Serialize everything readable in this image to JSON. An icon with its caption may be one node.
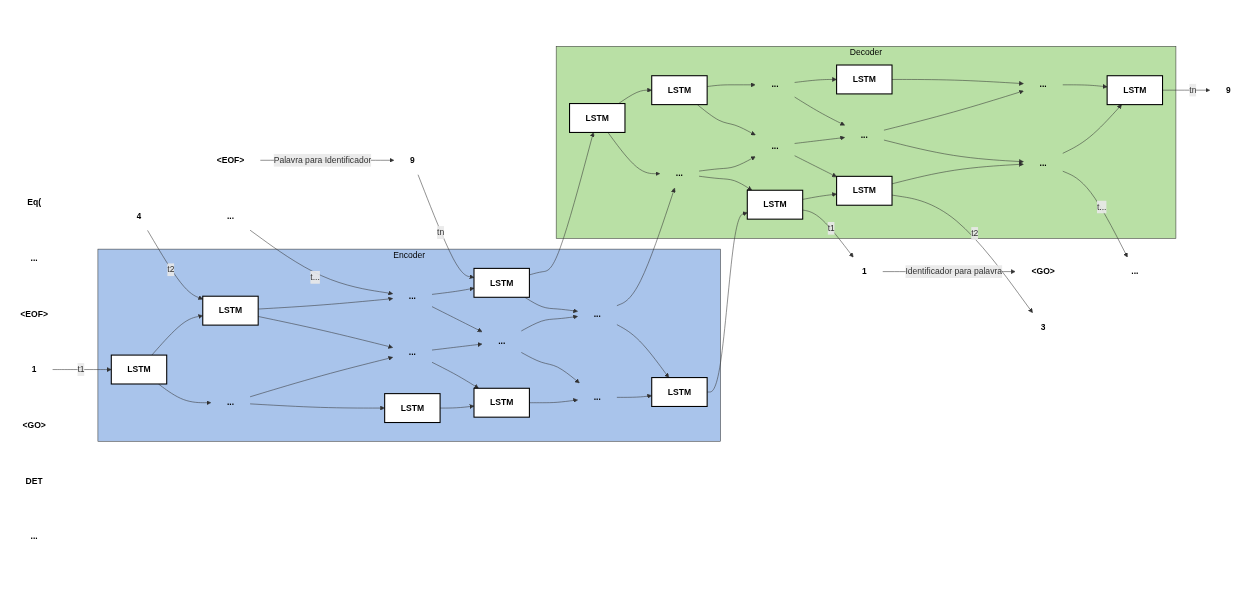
{
  "diagram": {
    "nodes": [
      {
        "text": [
          "Encoder"
        ]
      },
      {
        "text": [
          "LSTM"
        ],
        "in": 0
      },
      {
        "text": [
          "LSTM"
        ],
        "in": 0
      },
      {
        "text": [
          "..."
        ],
        "in": 0
      },
      {
        "text": [
          "LSTM"
        ],
        "in": 0
      },
      {
        "text": [
          "..."
        ],
        "in": 0
      },
      {
        "text": [
          "..."
        ],
        "in": 0
      },
      {
        "text": [
          "..."
        ],
        "in": 0
      },
      {
        "text": [
          "..."
        ],
        "in": 0
      },
      {
        "text": [
          "LSTM"
        ],
        "in": 0
      },
      {
        "text": [
          "LSTM"
        ],
        "in": 0
      },
      {
        "text": [
          "..."
        ],
        "in": 0
      },
      {
        "text": [
          "LSTM"
        ],
        "in": 0
      },
      {
        "text": [
          "Decoder"
        ]
      },
      {
        "text": [
          "LSTM"
        ],
        "in": 13
      },
      {
        "text": [
          "LSTM"
        ],
        "in": 13
      },
      {
        "text": [
          "..."
        ],
        "in": 13
      },
      {
        "text": [
          "LSTM"
        ],
        "in": 13
      },
      {
        "text": [
          "..."
        ],
        "in": 13
      },
      {
        "text": [
          "..."
        ],
        "in": 13
      },
      {
        "text": [
          "..."
        ],
        "in": 13
      },
      {
        "text": [
          "..."
        ],
        "in": 13
      },
      {
        "text": [
          "LSTM"
        ],
        "in": 13
      },
      {
        "text": [
          "LSTM"
        ],
        "in": 13
      },
      {
        "text": [
          "..."
        ],
        "in": 13
      },
      {
        "text": [
          "LSTM"
        ],
        "in": 13
      },
      {
        "text": [
          "<GO>"
        ]
      },
      {
        "text": [
          "Eq("
        ]
      },
      {
        "text": [
          "..."
        ]
      },
      {
        "text": [
          "<EOF>"
        ]
      },
      {
        "text": [
          "1"
        ]
      },
      {
        "text": [
          "3"
        ]
      },
      {
        "text": [
          "..."
        ]
      },
      {
        "text": [
          "9"
        ]
      },
      {
        "text": [
          "1"
        ]
      },
      {
        "text": [
          "4"
        ]
      },
      {
        "text": [
          "..."
        ]
      },
      {
        "text": [
          "9"
        ]
      },
      {
        "text": [
          "<GO>"
        ]
      },
      {
        "text": [
          "DET"
        ]
      },
      {
        "text": [
          "..."
        ]
      },
      {
        "text": [
          "<EOF>"
        ]
      }
    ],
    "edges": [
      {
        "from": 1,
        "to": 2,
        "arrow": "to"
      },
      {
        "from": 2,
        "to": 3,
        "arrow": "to"
      },
      {
        "from": 3,
        "to": 4,
        "arrow": "to"
      },
      {
        "from": 5,
        "to": 6,
        "arrow": "to"
      },
      {
        "from": 6,
        "to": 7,
        "arrow": "to"
      },
      {
        "from": 7,
        "to": 8,
        "arrow": "to"
      },
      {
        "from": 9,
        "to": 10,
        "arrow": "to"
      },
      {
        "from": 10,
        "to": 11,
        "arrow": "to"
      },
      {
        "from": 11,
        "to": 12,
        "arrow": "to"
      },
      {
        "from": 9,
        "to": 5,
        "arrow": "to"
      },
      {
        "from": 5,
        "to": 1,
        "arrow": "to"
      },
      {
        "from": 10,
        "to": 6,
        "arrow": "to"
      },
      {
        "from": 6,
        "to": 2,
        "arrow": "to"
      },
      {
        "from": 11,
        "to": 7,
        "arrow": "to"
      },
      {
        "from": 7,
        "to": 3,
        "arrow": "to"
      },
      {
        "from": 12,
        "to": 8,
        "arrow": "to"
      },
      {
        "from": 8,
        "to": 4,
        "arrow": "to"
      },
      {
        "from": 4,
        "to": 14,
        "arrow": "to"
      },
      {
        "from": 8,
        "to": 18,
        "arrow": "to"
      },
      {
        "from": 12,
        "to": 22,
        "arrow": "to"
      },
      {
        "from": 14,
        "to": 15,
        "arrow": "to"
      },
      {
        "from": 15,
        "to": 16,
        "arrow": "to"
      },
      {
        "from": 16,
        "to": 17,
        "arrow": "to"
      },
      {
        "from": 18,
        "to": 19,
        "arrow": "to"
      },
      {
        "from": 19,
        "to": 20,
        "arrow": "to"
      },
      {
        "from": 20,
        "to": 21,
        "arrow": "to"
      },
      {
        "from": 22,
        "to": 23,
        "arrow": "to"
      },
      {
        "from": 23,
        "to": 24,
        "arrow": "to"
      },
      {
        "from": 24,
        "to": 25,
        "arrow": "to"
      },
      {
        "from": 22,
        "to": 18,
        "arrow": "to"
      },
      {
        "from": 18,
        "to": 14,
        "arrow": "to"
      },
      {
        "from": 23,
        "to": 19,
        "arrow": "to"
      },
      {
        "from": 19,
        "to": 15,
        "arrow": "to"
      },
      {
        "from": 24,
        "to": 20,
        "arrow": "to"
      },
      {
        "from": 20,
        "to": 16,
        "arrow": "to"
      },
      {
        "from": 25,
        "to": 21,
        "arrow": "to"
      },
      {
        "from": 21,
        "to": 17,
        "arrow": "to"
      },
      {
        "from": 14,
        "to": 30,
        "label": "t1",
        "arrow": "to"
      },
      {
        "from": 15,
        "to": 31,
        "label": "t2",
        "arrow": "to"
      },
      {
        "from": 16,
        "to": 32,
        "label": "t...",
        "arrow": "to"
      },
      {
        "from": 17,
        "to": 33,
        "label": "tn",
        "arrow": "to"
      },
      {
        "from": 30,
        "to": 26,
        "label": "Identificador para palavra",
        "arrow": "to"
      },
      {
        "from": 34,
        "to": 9,
        "label": "t1",
        "arrow": "to"
      },
      {
        "from": 35,
        "to": 10,
        "label": "t2",
        "arrow": "to"
      },
      {
        "from": 36,
        "to": 11,
        "label": "t...",
        "arrow": "to"
      },
      {
        "from": 37,
        "to": 12,
        "label": "tn",
        "arrow": "to"
      },
      {
        "from": 41,
        "to": 37,
        "label": "Palavra para Identificador",
        "arrow": "to"
      }
    ]
  }
}
